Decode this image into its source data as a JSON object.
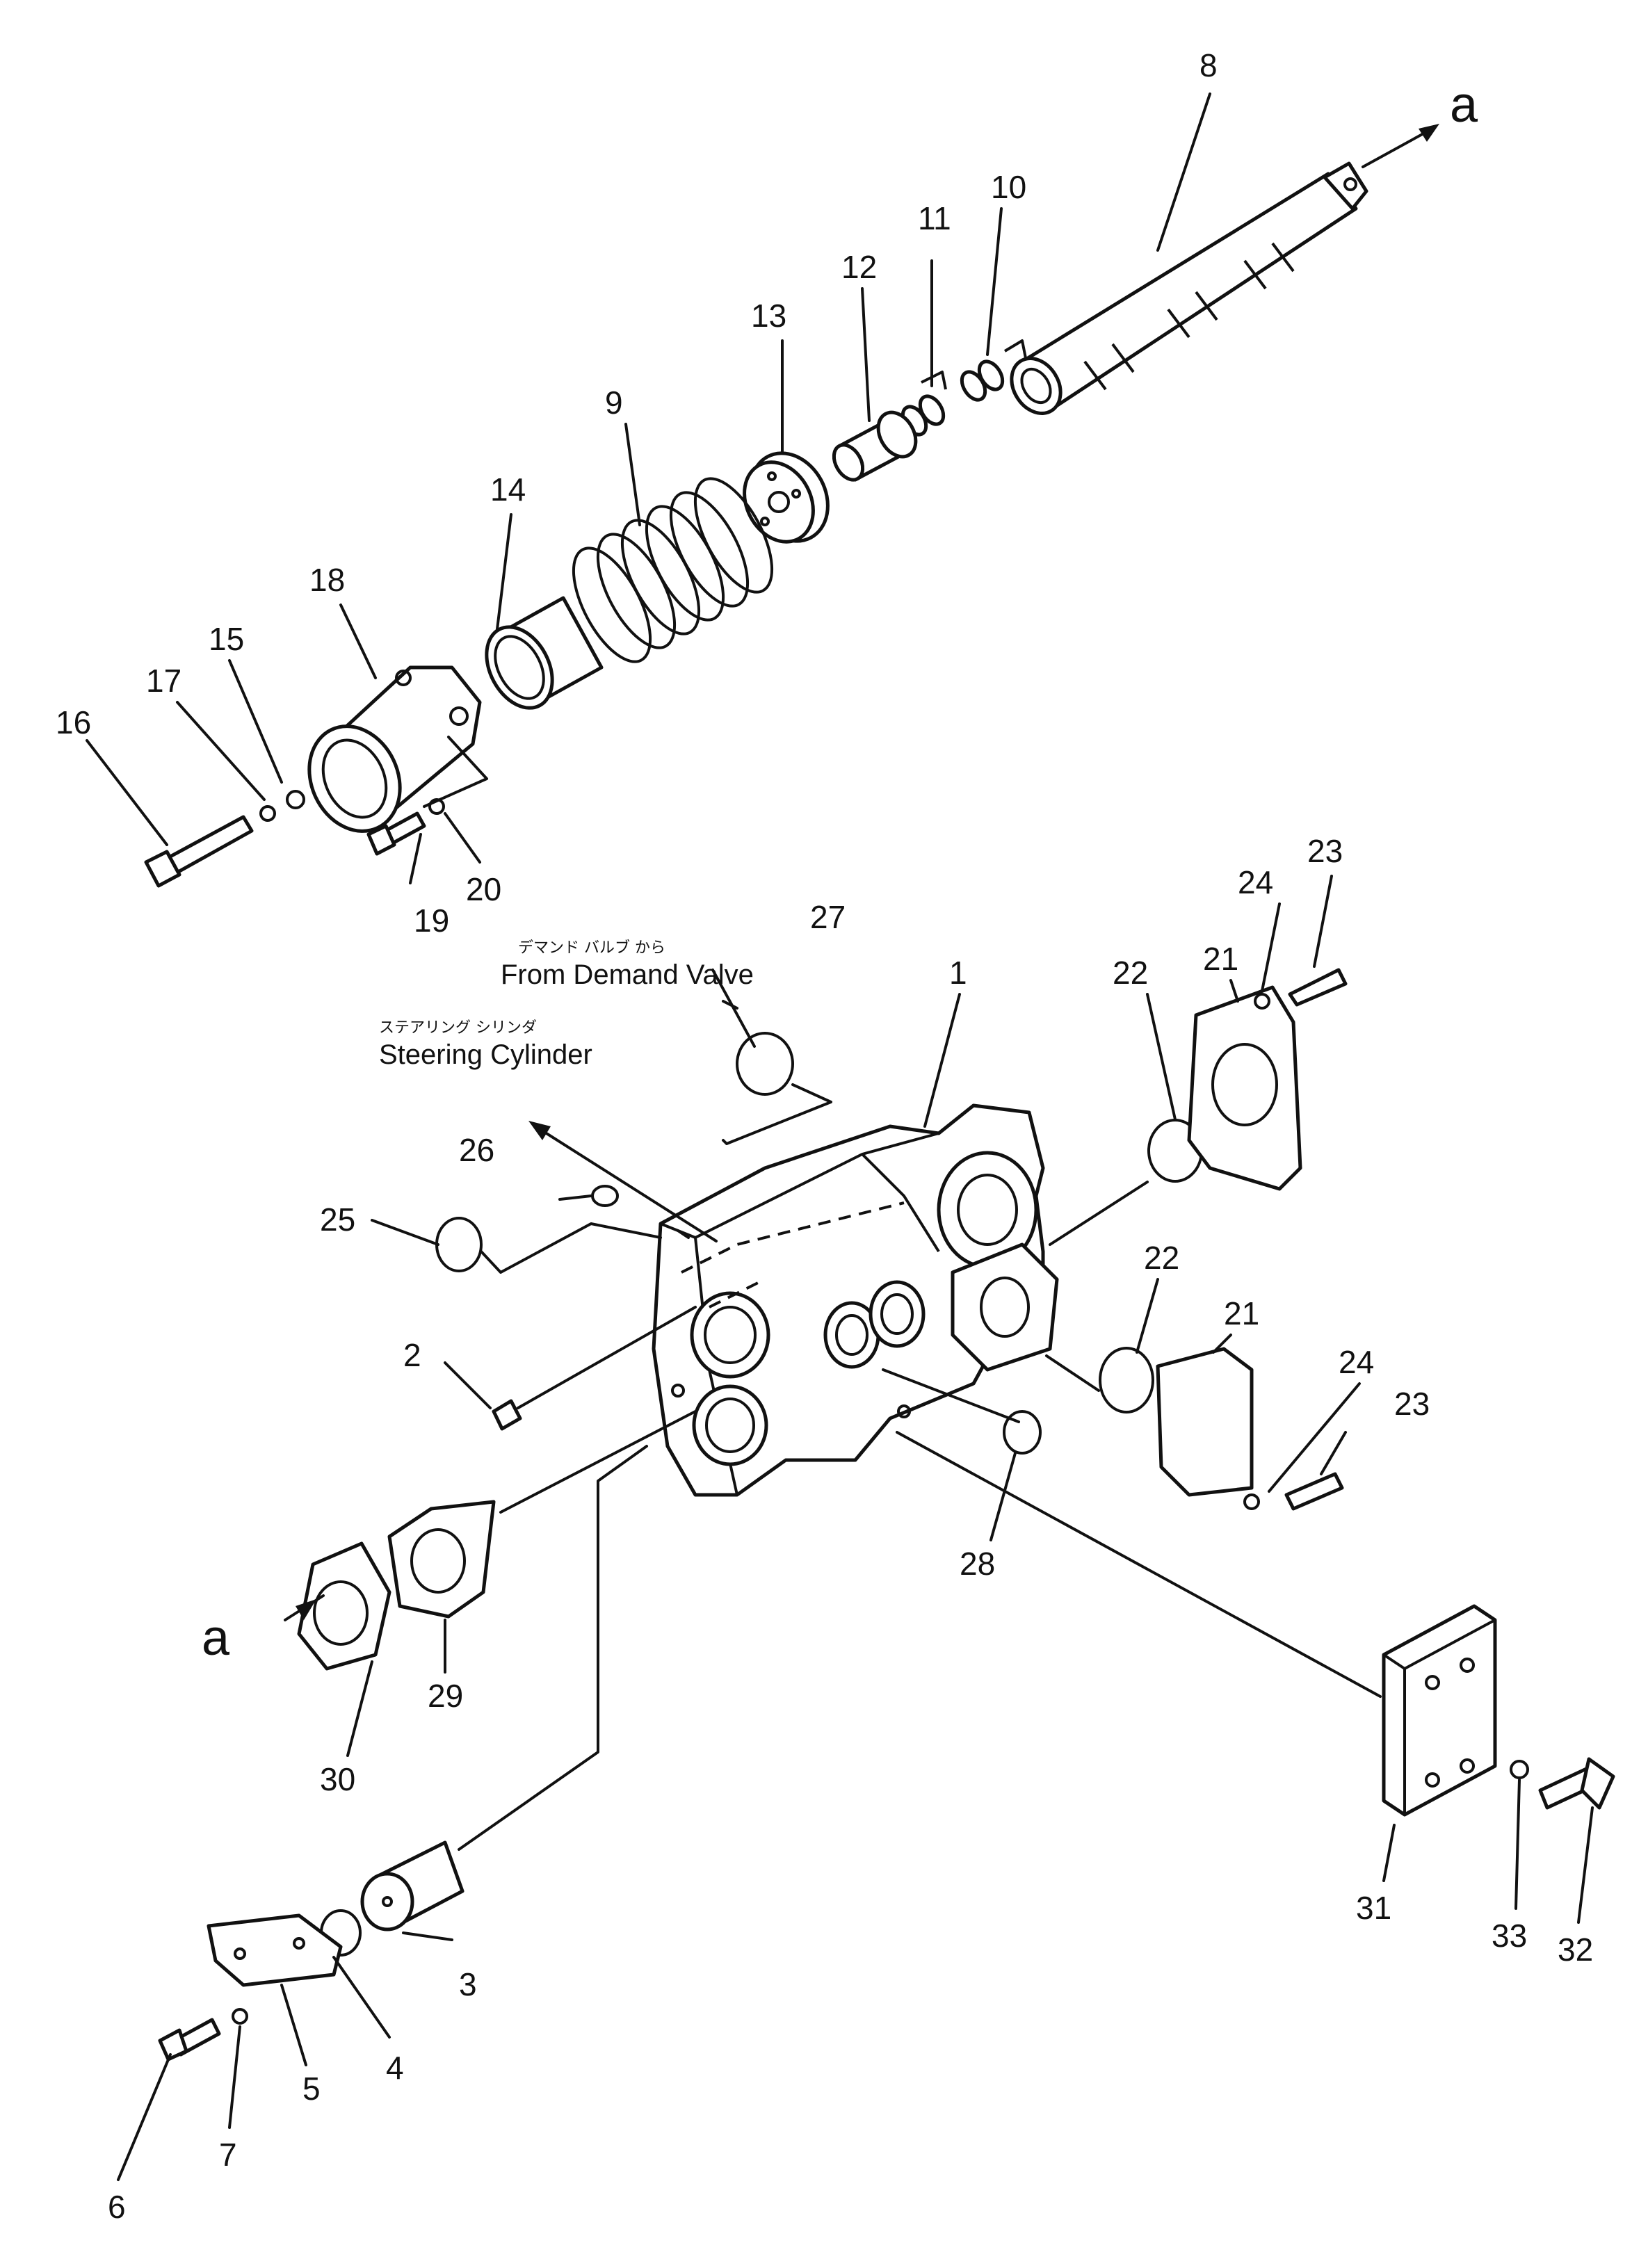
{
  "labels": {
    "n1": "1",
    "n2": "2",
    "n3": "3",
    "n4": "4",
    "n5": "5",
    "n6": "6",
    "n7": "7",
    "n8": "8",
    "n9": "9",
    "n10": "10",
    "n11": "11",
    "n12": "12",
    "n13": "13",
    "n14": "14",
    "n15": "15",
    "n16": "16",
    "n17": "17",
    "n18": "18",
    "n19": "19",
    "n20": "20",
    "n21a": "21",
    "n21b": "21",
    "n22a": "22",
    "n22b": "22",
    "n23a": "23",
    "n23b": "23",
    "n24a": "24",
    "n24b": "24",
    "n25": "25",
    "n26": "26",
    "n27": "27",
    "n28": "28",
    "n29": "29",
    "n30": "30",
    "n31": "31",
    "n32": "32",
    "n33": "33"
  },
  "markers": {
    "a_top": "a",
    "a_left": "a"
  },
  "annotations": {
    "demand_jp": "デマンド バルブ から",
    "demand_en": "From Demand Valve",
    "steering_jp": "ステアリング シリンダ",
    "steering_en": "Steering Cylinder"
  }
}
